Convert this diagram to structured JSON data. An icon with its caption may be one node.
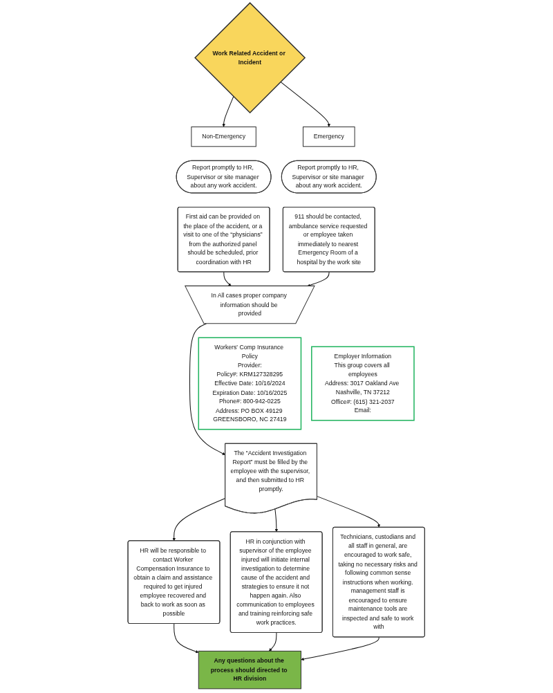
{
  "diagram": {
    "nodes": [
      {
        "text": [
          "Work Related Accident or Incident"
        ]
      },
      {
        "text": [
          "Non-Emergency"
        ]
      },
      {
        "text": [
          "Emergency"
        ]
      },
      {
        "text": [
          "Report promptly to HR, Supervisor or site manager about any work accident."
        ]
      },
      {
        "text": [
          "Report promptly to HR, Supervisor or site manager about any work accident."
        ]
      },
      {
        "text": [
          "First aid can be provided on the place of the accident, or a visit to one of the “physicians” from the authorized panel should be scheduled, prior coordination with HR"
        ]
      },
      {
        "text": [
          "911 should be contacted, ambulance service requested or employee taken immediately to nearest Emergency Room of a hospital by the work site"
        ]
      },
      {
        "text": [
          "In All cases proper company information should be provided"
        ]
      },
      {
        "text": [
          "Workers' Comp Insurance Policy",
          "Provider:",
          "Policy#: KRM127328295",
          "Effective Date: 10/16/2024",
          "Expiration Date: 10/16/2025",
          "Phone#: 800-942-0225",
          "Address: PO BOX 49129 GREENSBORO, NC 27419"
        ]
      },
      {
        "text": [
          "Employer Information",
          "This group covers all employees",
          "Address: 3017 Oakland Ave Nashville, TN 37212",
          "Office#: (615) 321-2037",
          "Email:"
        ]
      },
      {
        "text": [
          "The “Accident Investigation Report” must be filled by the employee with the supervisor, and then submitted to HR promptly."
        ]
      },
      {
        "text": [
          "HR will be responsible to contact Worker Compensation Insurance to obtain a claim and assistance required to get injured employee recovered and back to work as soon as possible"
        ]
      },
      {
        "text": [
          "HR in conjunction with supervisor of the employee injured will initiate internal investigation to determine cause of the accident and strategies to ensure it not happen again. Also communication to employees and training reinforcing safe work practices."
        ]
      },
      {
        "text": [
          "Technicians, custodians and all staff in general, are encouraged to work safe, taking no necessary risks and following common sense instructions when working. management staff is encouraged to ensure maintenance tools are inspected and safe to work with"
        ]
      },
      {
        "text": [
          "Any questions about the process should directed to HR division"
        ]
      }
    ],
    "edges": [
      {
        "from": 0,
        "to": 1,
        "arrow": "to"
      },
      {
        "from": 0,
        "to": 2,
        "arrow": "to"
      },
      {
        "from": 5,
        "to": 7,
        "arrow": "to"
      },
      {
        "from": 6,
        "to": 7,
        "arrow": "to"
      },
      {
        "from": 7,
        "to": 10,
        "arrow": "to"
      },
      {
        "from": 10,
        "to": 11,
        "arrow": "to"
      },
      {
        "from": 10,
        "to": 12,
        "arrow": "to"
      },
      {
        "from": 10,
        "to": 13,
        "arrow": "to"
      },
      {
        "from": 11,
        "to": 14,
        "arrow": "to"
      },
      {
        "from": 12,
        "to": 14,
        "arrow": "to"
      },
      {
        "from": 13,
        "to": 14,
        "arrow": "to"
      }
    ]
  }
}
